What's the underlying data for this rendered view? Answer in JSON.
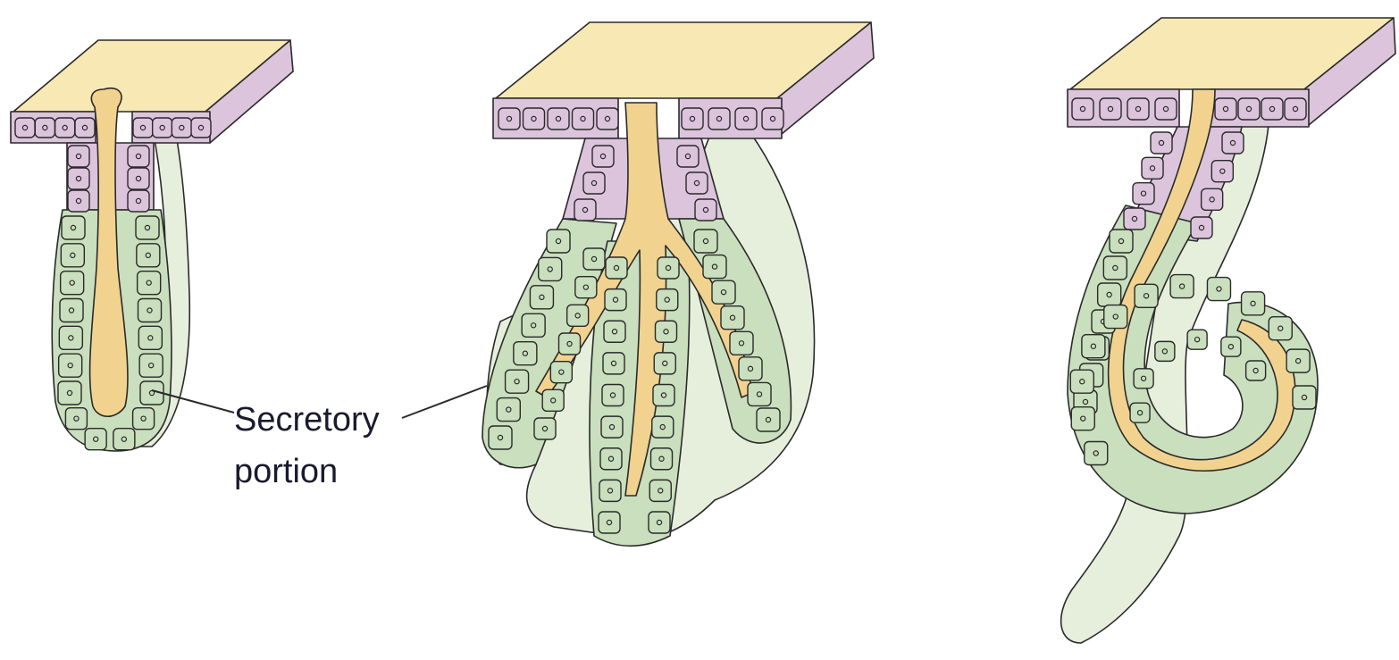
{
  "label": {
    "line1": "Secretory",
    "line2": "portion"
  },
  "colors": {
    "surface": "#f7e8b4",
    "lumen": "#f2d28f",
    "duct_cell": "#dcc4dc",
    "secretory_cell": "#c9dfbd",
    "connective": "#e6efdc",
    "connective_light": "#f8f0c8",
    "outline": "#2a2a2a",
    "nucleus": "#2a2a2a",
    "label_text": "#1a1a2e"
  },
  "glands": [
    {
      "id": "simple-tubular",
      "shape": "simple tubular"
    },
    {
      "id": "branched-tubular",
      "shape": "branched tubular"
    },
    {
      "id": "coiled-tubular",
      "shape": "coiled tubular"
    }
  ]
}
